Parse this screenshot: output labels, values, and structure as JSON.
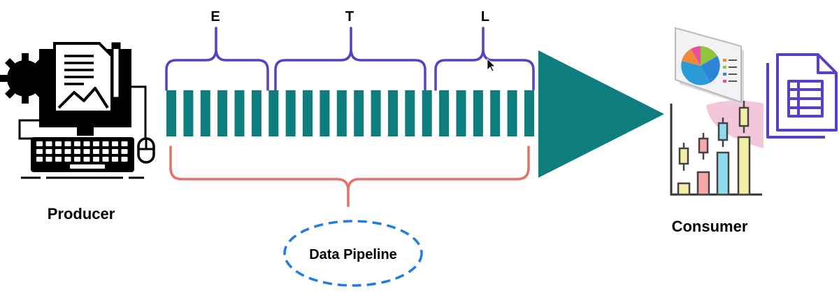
{
  "stages": {
    "extract": "E",
    "transform": "T",
    "load": "L"
  },
  "producer": {
    "label": "Producer"
  },
  "consumer": {
    "label": "Consumer"
  },
  "pipeline": {
    "label": "Data Pipeline"
  },
  "colors": {
    "teal": "#0e7d7d",
    "purple": "#5b3fc4",
    "salmon": "#e8706b",
    "blue_dashed": "#1e7be8",
    "icon_black": "#000000"
  },
  "icons": {
    "producer": "computer-document-gear-icon",
    "consumer_pie": "pie-chart-icon",
    "consumer_doc": "spreadsheet-document-icon",
    "consumer_bars": "bar-candlestick-chart-icon",
    "cursor": "mouse-cursor-icon"
  }
}
